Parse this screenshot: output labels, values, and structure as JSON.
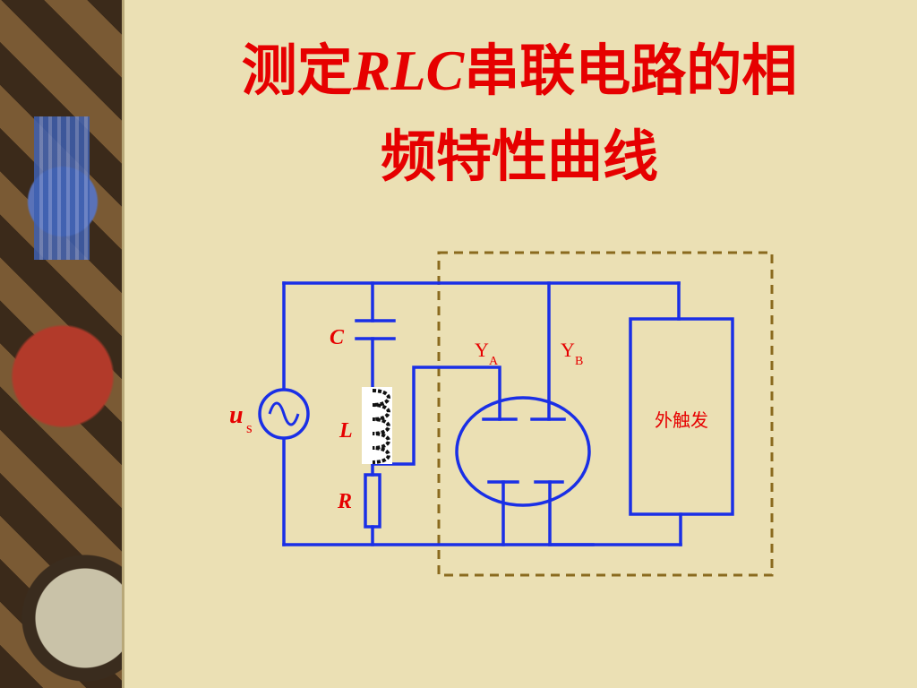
{
  "title": {
    "line1_pre": "测定",
    "line1_rlc": "RLC",
    "line1_post": "串联电路的相",
    "line2": "频特性曲线"
  },
  "diagram": {
    "labels": {
      "C": "C",
      "L": "L",
      "R": "R",
      "source_main": "u",
      "source_sub": "s",
      "ya_main": "Y",
      "ya_sub": "A",
      "yb_main": "Y",
      "yb_sub": "B",
      "trigger": "外触发"
    },
    "colors": {
      "wire": "#1a2fe6",
      "label": "#e60000",
      "dashed_box": "#8a6a1e",
      "background": "#ebe0b4"
    }
  }
}
